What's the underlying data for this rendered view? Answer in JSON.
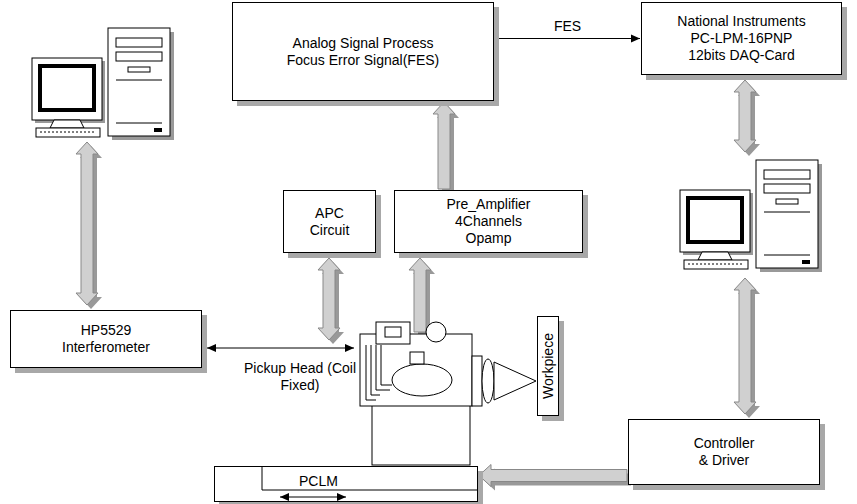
{
  "diagram": {
    "nodes": [
      {
        "text": [
          "Analog Signal Process Focus Error Signal(FES)"
        ]
      },
      {
        "text": [
          "National Instruments PC-LPM-16PNP 12bits DAQ-Card"
        ]
      },
      {
        "text": [
          "APC Circuit"
        ]
      },
      {
        "text": [
          "Pre_Amplifier 4Channels Opamp"
        ]
      },
      {
        "text": [
          "HP5529 Interferometer"
        ]
      },
      {
        "text": [
          "Controller & Driver"
        ]
      },
      {
        "text": [
          "PCLM"
        ]
      },
      {
        "text": [
          "Workpiece"
        ]
      }
    ],
    "edges": [
      {
        "from": 0,
        "to": 1,
        "label": "FES",
        "arrow": "to"
      },
      {
        "from": 3,
        "to": 0,
        "arrow": "to"
      },
      {
        "from": 5,
        "to": 6,
        "arrow": "to"
      }
    ],
    "labels": [
      "Pickup Head (Coil Fixed)"
    ]
  }
}
